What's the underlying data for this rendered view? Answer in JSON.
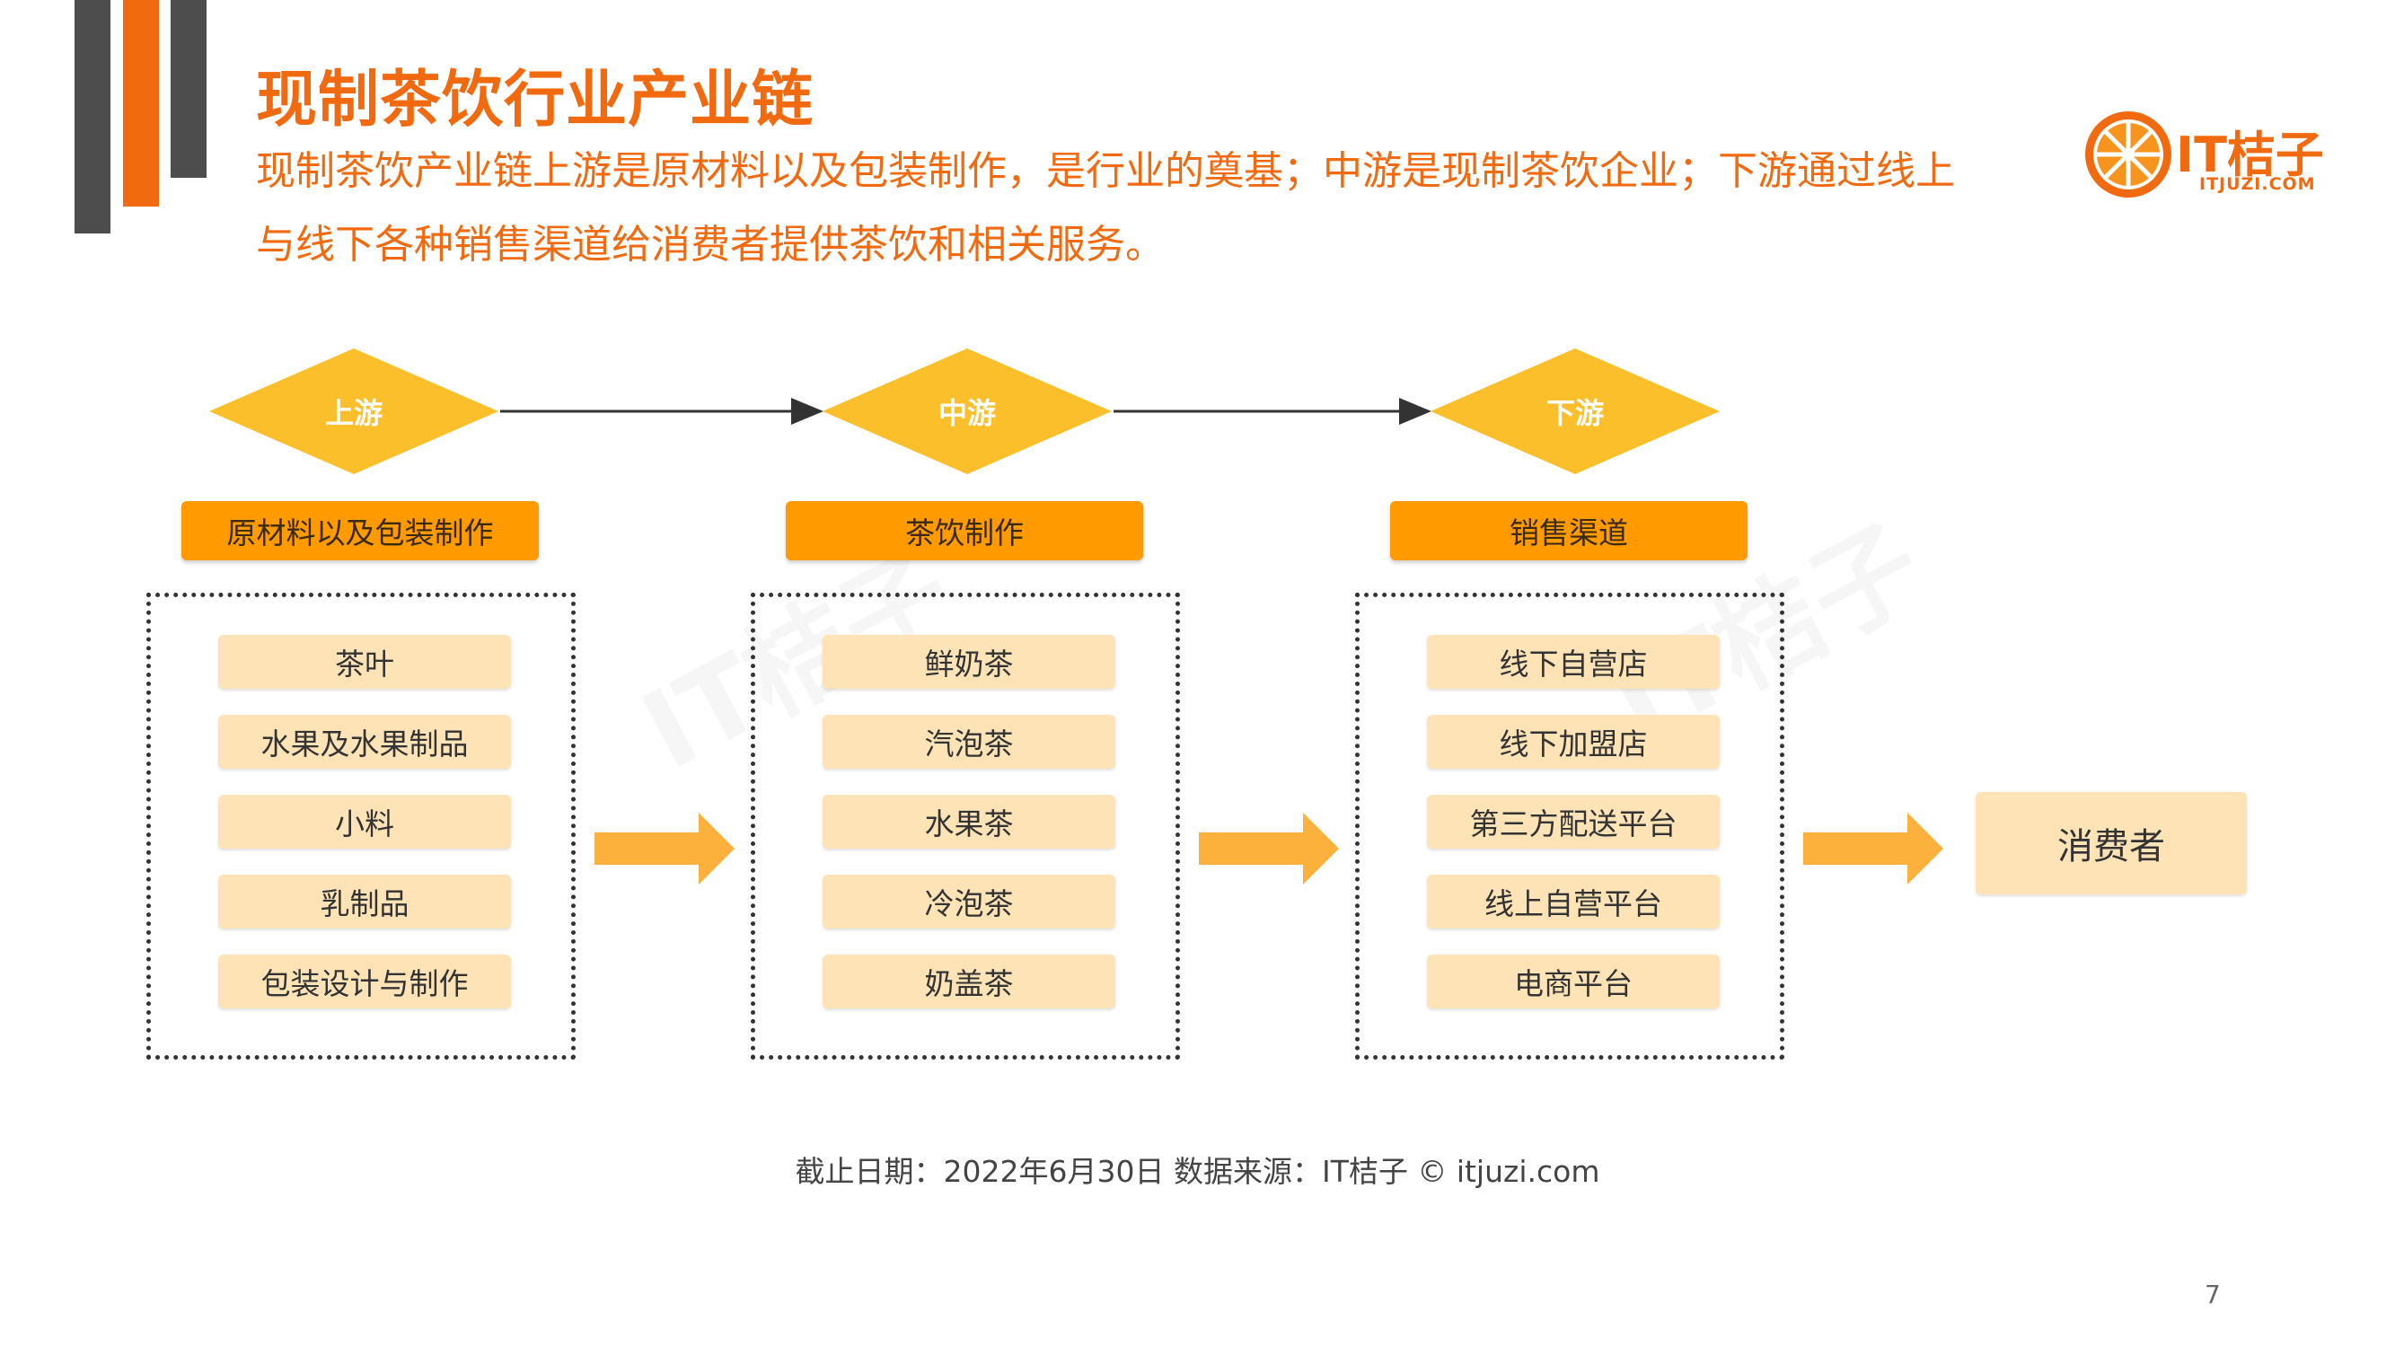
{
  "header": {
    "title": "现制茶饮行业产业链",
    "subtitle": "现制茶饮产业链上游是原材料以及包装制作，是行业的奠基；中游是现制茶饮企业；下游通过线上与线下各种销售渠道给消费者提供茶饮和相关服务。"
  },
  "logo": {
    "text": "IT桔子",
    "sub": "ITJUZI.COM"
  },
  "watermark": "IT桔子",
  "stages": [
    {
      "label": "上游",
      "category": "原材料以及包装制作",
      "items": [
        "茶叶",
        "水果及水果制品",
        "小料",
        "乳制品",
        "包装设计与制作"
      ]
    },
    {
      "label": "中游",
      "category": "茶饮制作",
      "items": [
        "鲜奶茶",
        "汽泡茶",
        "水果茶",
        "冷泡茶",
        "奶盖茶"
      ]
    },
    {
      "label": "下游",
      "category": "销售渠道",
      "items": [
        "线下自营店",
        "线下加盟店",
        "第三方配送平台",
        "线上自营平台",
        "电商平台"
      ]
    }
  ],
  "consumer": "消费者",
  "footer": "截止日期：2022年6月30日    数据来源：IT桔子 © itjuzi.com",
  "page_number": "7",
  "colors": {
    "accent": "#f26a10",
    "diamond": "#fbbf2c",
    "category": "#ff9a00",
    "item": "#fde3b6",
    "arrow": "#fbb13c",
    "bar_gray": "#4d4d4d"
  }
}
